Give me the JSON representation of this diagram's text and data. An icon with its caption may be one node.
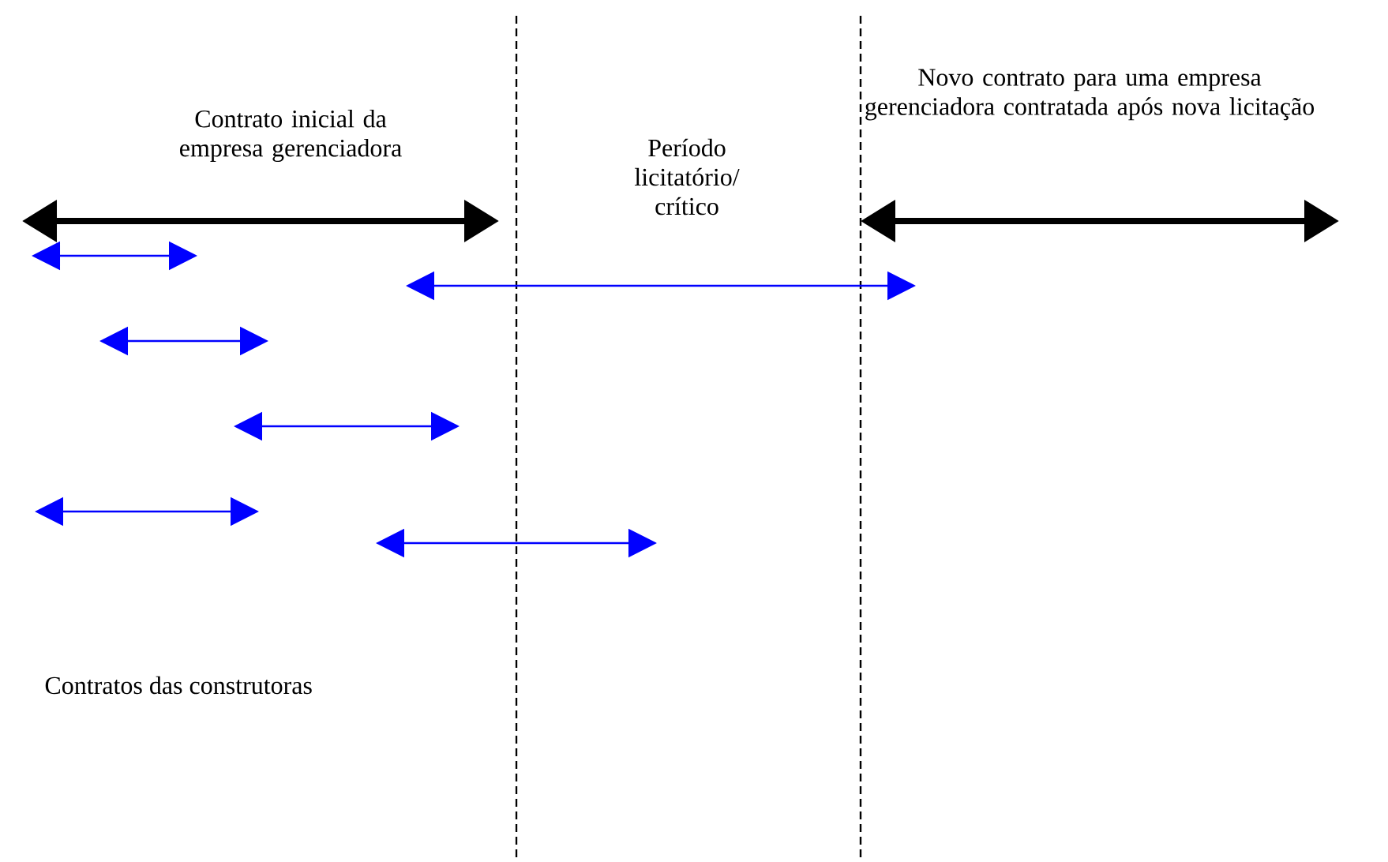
{
  "diagram": {
    "labels": [
      "Contrato inicial da empresa gerenciadora",
      "Período licitatório/ crítico",
      "Novo contrato para uma empresa gerenciadora contratada após nova licitação",
      "Contratos das construtoras"
    ]
  }
}
